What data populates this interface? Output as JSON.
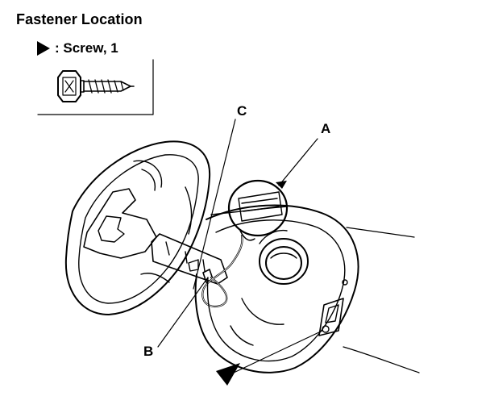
{
  "title": "Fastener Location",
  "legend": {
    "symbol": "triangle-pointer-icon",
    "label": ": Screw, 1"
  },
  "callouts": {
    "a": "A",
    "b": "B",
    "c": "C"
  }
}
